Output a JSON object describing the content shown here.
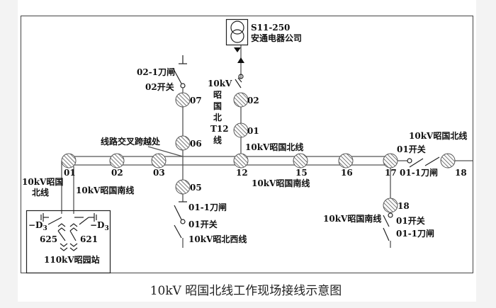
{
  "transformer": {
    "model": "S11-250",
    "owner": "安通电器公司"
  },
  "main_line": {
    "north_label": "10kV昭国北线",
    "south_label": "10kV昭国南线",
    "poles": [
      "01",
      "02",
      "03",
      "12",
      "15",
      "16",
      "17",
      "18"
    ]
  },
  "crossing_label": "线路交叉跨越处",
  "left_branch": {
    "knife_switch": "02-1刀闸",
    "switch": "02开关",
    "poles": [
      "07",
      "06",
      "05"
    ],
    "lower_knife": "01-1刀闸",
    "lower_switch": "01开关",
    "lower_line": "10kV昭北西线"
  },
  "t12_branch": {
    "label_lines": [
      "10kV",
      "昭",
      "国",
      "北",
      "T12",
      "线"
    ],
    "poles": [
      "02",
      "01"
    ],
    "line_label": "10kV昭国北线"
  },
  "right_end": {
    "line_label": "10kV昭国北线",
    "switch": "01开关",
    "knife": "01-1刀闸"
  },
  "south_branch": {
    "pole": "18",
    "line_label": "10kV昭国南线",
    "switch": "01开关",
    "knife": "01-1刀闸"
  },
  "station": {
    "name": "110kV昭园站",
    "left_line_label": [
      "10kV昭国",
      "北线"
    ],
    "ground_left": "−D",
    "ground_right": "−D",
    "ground_sub": "3",
    "bay_left": "625",
    "bay_right": "621"
  },
  "caption": "10kV 昭国北线工作现场接线示意图"
}
